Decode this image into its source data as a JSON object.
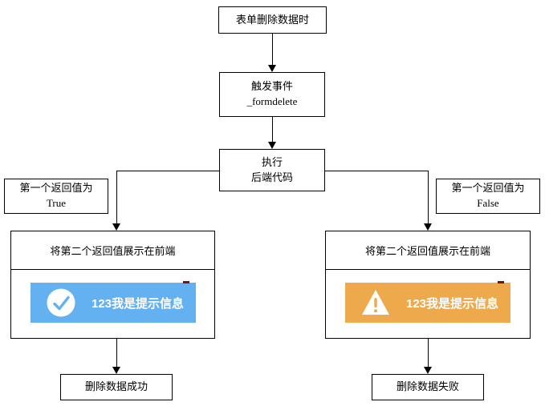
{
  "flowchart": {
    "start": {
      "label": "表单删除数据时"
    },
    "trigger": {
      "line1": "触发事件",
      "line2": "_formdelete"
    },
    "execute": {
      "line1": "执行",
      "line2": "后端代码"
    },
    "branch_true": {
      "line1": "第一个返回值为",
      "line2": "True"
    },
    "branch_false": {
      "line1": "第一个返回值为",
      "line2": "False"
    },
    "result_success": {
      "title": "将第二个返回值展示在前端",
      "toast": {
        "text": "123我是提示信息",
        "icon": "check-circle-icon",
        "color": "#64b1f2"
      }
    },
    "result_failure": {
      "title": "将第二个返回值展示在前端",
      "toast": {
        "text": "123我是提示信息",
        "icon": "warning-triangle-icon",
        "color": "#eda94c"
      }
    },
    "end_success": {
      "label": "删除数据成功"
    },
    "end_failure": {
      "label": "删除数据失败"
    }
  },
  "colors": {
    "toast_success": "#64b1f2",
    "toast_warning": "#eda94c",
    "line": "#000000",
    "background": "#ffffff"
  }
}
